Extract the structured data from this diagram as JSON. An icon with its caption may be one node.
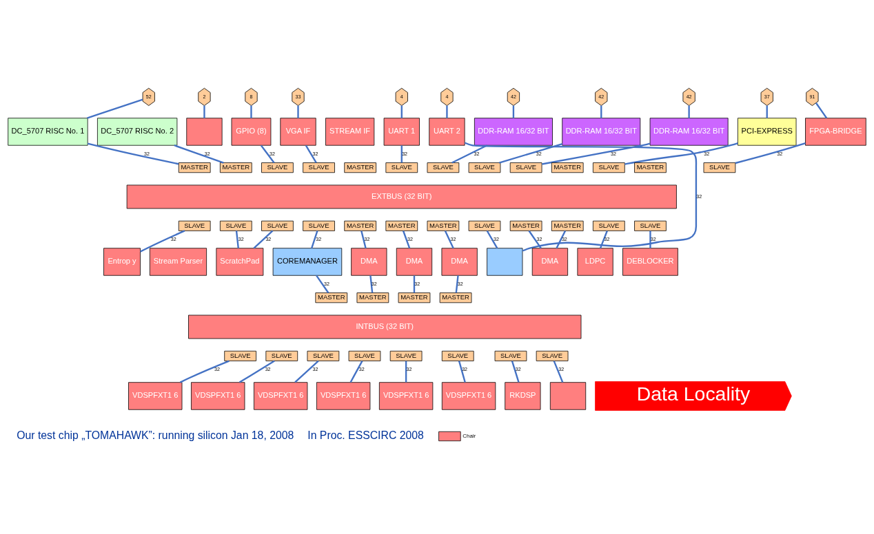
{
  "diagram": {
    "nodes": [
      {
        "text": [
          "52"
        ]
      },
      {
        "text": [
          "2"
        ]
      },
      {
        "text": [
          "8"
        ]
      },
      {
        "text": [
          "33"
        ]
      },
      {
        "text": [
          "4"
        ]
      },
      {
        "text": [
          "4"
        ]
      },
      {
        "text": [
          "42"
        ]
      },
      {
        "text": [
          "42"
        ]
      },
      {
        "text": [
          "42"
        ]
      },
      {
        "text": [
          "37"
        ]
      },
      {
        "text": [
          "91"
        ]
      },
      {
        "text": [
          "DC_5707 RISC No. 1"
        ]
      },
      {
        "text": [
          "DC_5707 RISC No. 2"
        ]
      },
      {
        "text": [],
        "shape": "box"
      },
      {
        "text": [
          "GPIO (8)"
        ]
      },
      {
        "text": [
          "VGA IF"
        ]
      },
      {
        "text": [
          "STREAM IF"
        ]
      },
      {
        "text": [
          "UART 1"
        ]
      },
      {
        "text": [
          "UART 2"
        ]
      },
      {
        "text": [
          "DDR-RAM 16/32 BIT"
        ]
      },
      {
        "text": [
          "DDR-RAM 16/32 BIT"
        ]
      },
      {
        "text": [
          "DDR-RAM 16/32 BIT"
        ]
      },
      {
        "text": [
          "PCI-EXPRESS"
        ]
      },
      {
        "text": [
          "FPGA-BRIDGE"
        ]
      },
      {
        "text": [
          "MASTER"
        ]
      },
      {
        "text": [
          "MASTER"
        ]
      },
      {
        "text": [
          "SLAVE"
        ]
      },
      {
        "text": [
          "SLAVE"
        ]
      },
      {
        "text": [
          "MASTER"
        ]
      },
      {
        "text": [
          "SLAVE"
        ]
      },
      {
        "text": [
          "SLAVE"
        ]
      },
      {
        "text": [
          "SLAVE"
        ]
      },
      {
        "text": [
          "SLAVE"
        ]
      },
      {
        "text": [
          "MASTER"
        ]
      },
      {
        "text": [
          "SLAVE"
        ]
      },
      {
        "text": [
          "MASTER"
        ]
      },
      {
        "text": [
          "SLAVE"
        ]
      },
      {
        "text": [
          "EXTBUS (32 BIT)"
        ]
      },
      {
        "text": [
          "SLAVE"
        ]
      },
      {
        "text": [
          "SLAVE"
        ]
      },
      {
        "text": [
          "SLAVE"
        ]
      },
      {
        "text": [
          "SLAVE"
        ]
      },
      {
        "text": [
          "MASTER"
        ]
      },
      {
        "text": [
          "MASTER"
        ]
      },
      {
        "text": [
          "MASTER"
        ]
      },
      {
        "text": [
          "SLAVE"
        ]
      },
      {
        "text": [
          "MASTER"
        ]
      },
      {
        "text": [
          "MASTER"
        ]
      },
      {
        "text": [
          "SLAVE"
        ]
      },
      {
        "text": [
          "SLAVE"
        ]
      },
      {
        "text": [
          "Entrop y"
        ]
      },
      {
        "text": [
          "Stream Parser"
        ]
      },
      {
        "text": [
          "ScratchPad"
        ]
      },
      {
        "text": [
          "COREMANAGER"
        ]
      },
      {
        "text": [
          "DMA"
        ]
      },
      {
        "text": [
          "DMA"
        ]
      },
      {
        "text": [
          "DMA"
        ]
      },
      {
        "text": [],
        "shape": "box"
      },
      {
        "text": [
          "DMA"
        ]
      },
      {
        "text": [
          "LDPC"
        ]
      },
      {
        "text": [
          "DEBLOCKER"
        ]
      },
      {
        "text": [
          "MASTER"
        ]
      },
      {
        "text": [
          "MASTER"
        ]
      },
      {
        "text": [
          "MASTER"
        ]
      },
      {
        "text": [
          "MASTER"
        ]
      },
      {
        "text": [
          "INTBUS (32 BIT)"
        ]
      },
      {
        "text": [
          "SLAVE"
        ]
      },
      {
        "text": [
          "SLAVE"
        ]
      },
      {
        "text": [
          "SLAVE"
        ]
      },
      {
        "text": [
          "SLAVE"
        ]
      },
      {
        "text": [
          "SLAVE"
        ]
      },
      {
        "text": [
          "SLAVE"
        ]
      },
      {
        "text": [
          "SLAVE"
        ]
      },
      {
        "text": [
          "SLAVE"
        ]
      },
      {
        "text": [
          "VDSPFXT1 6"
        ]
      },
      {
        "text": [
          "VDSPFXT1 6"
        ]
      },
      {
        "text": [
          "VDSPFXT1 6"
        ]
      },
      {
        "text": [
          "VDSPFXT1 6"
        ]
      },
      {
        "text": [
          "VDSPFXT1 6"
        ]
      },
      {
        "text": [
          "VDSPFXT1 6"
        ]
      },
      {
        "text": [
          "RKDSP"
        ]
      },
      {
        "text": [],
        "shape": "box"
      },
      {
        "text": [
          "Data Locality"
        ]
      }
    ],
    "edges": [
      {
        "from": 0,
        "to": 11,
        "arrow": "none"
      },
      {
        "from": 1,
        "to": 13,
        "arrow": "none"
      },
      {
        "from": 2,
        "to": 14,
        "arrow": "none"
      },
      {
        "from": 3,
        "to": 15,
        "arrow": "none"
      },
      {
        "from": 4,
        "to": 17,
        "arrow": "none"
      },
      {
        "from": 5,
        "to": 18,
        "arrow": "none"
      },
      {
        "from": 6,
        "to": 19,
        "arrow": "none"
      },
      {
        "from": 7,
        "to": 20,
        "arrow": "none"
      },
      {
        "from": 8,
        "to": 21,
        "arrow": "none"
      },
      {
        "from": 9,
        "to": 22,
        "arrow": "none"
      },
      {
        "from": 10,
        "to": 23,
        "arrow": "none"
      },
      {
        "from": 11,
        "to": 24,
        "arrow": "none",
        "label": "32"
      },
      {
        "from": 12,
        "to": 25,
        "arrow": "none",
        "label": "32"
      },
      {
        "from": 14,
        "to": 26,
        "arrow": "none",
        "label": "32"
      },
      {
        "from": 15,
        "to": 27,
        "arrow": "none",
        "label": "32"
      },
      {
        "from": 17,
        "to": 29,
        "arrow": "none",
        "label": "32"
      },
      {
        "from": 18,
        "to": 57,
        "arrow": "none",
        "label": "32"
      },
      {
        "from": 19,
        "to": 30,
        "arrow": "none",
        "label": "32"
      },
      {
        "from": 20,
        "to": 31,
        "arrow": "none",
        "label": "32"
      },
      {
        "from": 21,
        "to": 32,
        "arrow": "none",
        "label": "32"
      },
      {
        "from": 22,
        "to": 34,
        "arrow": "none",
        "label": "32"
      },
      {
        "from": 23,
        "to": 36,
        "arrow": "none",
        "label": "32"
      },
      {
        "from": 38,
        "to": 50,
        "arrow": "none",
        "label": "32"
      },
      {
        "from": 39,
        "to": 52,
        "arrow": "none",
        "label": "32"
      },
      {
        "from": 40,
        "to": 52,
        "arrow": "none",
        "label": "32"
      },
      {
        "from": 41,
        "to": 53,
        "arrow": "none",
        "label": "32"
      },
      {
        "from": 42,
        "to": 54,
        "arrow": "none",
        "label": "32"
      },
      {
        "from": 43,
        "to": 55,
        "arrow": "none",
        "label": "32"
      },
      {
        "from": 44,
        "to": 56,
        "arrow": "none",
        "label": "32"
      },
      {
        "from": 45,
        "to": 57,
        "arrow": "none",
        "label": "32"
      },
      {
        "from": 46,
        "to": 58,
        "arrow": "none",
        "label": "32"
      },
      {
        "from": 47,
        "to": 58,
        "arrow": "none",
        "label": "32"
      },
      {
        "from": 48,
        "to": 59,
        "arrow": "none",
        "label": "32"
      },
      {
        "from": 49,
        "to": 60,
        "arrow": "none",
        "label": "32"
      },
      {
        "from": 53,
        "to": 61,
        "arrow": "none",
        "label": "32"
      },
      {
        "from": 54,
        "to": 62,
        "arrow": "none",
        "label": "32"
      },
      {
        "from": 55,
        "to": 63,
        "arrow": "none",
        "label": "32"
      },
      {
        "from": 56,
        "to": 64,
        "arrow": "none",
        "label": "32"
      },
      {
        "from": 66,
        "to": 74,
        "arrow": "none",
        "label": "32"
      },
      {
        "from": 67,
        "to": 75,
        "arrow": "none",
        "label": "32"
      },
      {
        "from": 68,
        "to": 76,
        "arrow": "none",
        "label": "32"
      },
      {
        "from": 69,
        "to": 77,
        "arrow": "none",
        "label": "32"
      },
      {
        "from": 70,
        "to": 78,
        "arrow": "none",
        "label": "32"
      },
      {
        "from": 71,
        "to": 79,
        "arrow": "none",
        "label": "32"
      },
      {
        "from": 72,
        "to": 80,
        "arrow": "none",
        "label": "32"
      },
      {
        "from": 73,
        "to": 81,
        "arrow": "none",
        "label": "32"
      }
    ],
    "labels": [
      "Our test chip „TOMAHAWK”: running silicon Jan 18, 2008",
      "In Proc. ESSCIRC 2008"
    ],
    "legend": [
      {
        "text": "Chair",
        "color": "#ff7f7f"
      }
    ]
  }
}
